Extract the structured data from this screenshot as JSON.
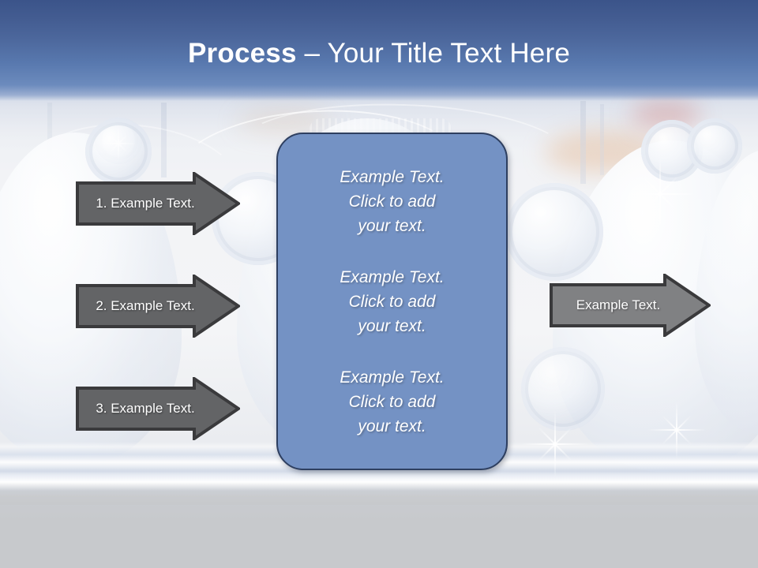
{
  "slide": {
    "title": {
      "bold_part": "Process",
      "rest": " – Your Title Text Here",
      "full": "Process – Your Title Text Here"
    },
    "theme": {
      "title_bar_top_color": "#3b548a",
      "title_bar_bottom_color": "#6c8bbd",
      "panel_fill": "#7492c4",
      "panel_border": "#2e3f60",
      "input_arrow_fill": "#636466",
      "output_arrow_fill": "#808183",
      "arrow_border": "#3a3a3c",
      "text_color": "#ffffff",
      "background_base": "#c7c9cc"
    }
  },
  "input_arrows": [
    {
      "label": "1. Example Text."
    },
    {
      "label": "2. Example Text."
    },
    {
      "label": "3. Example Text."
    }
  ],
  "panel": {
    "blocks": [
      {
        "line1": "Example Text.",
        "line2": "Click  to add",
        "line3": "your text."
      },
      {
        "line1": "Example Text.",
        "line2": "Click  to add",
        "line3": "your text."
      },
      {
        "line1": "Example Text.",
        "line2": "Click  to add",
        "line3": "your text."
      }
    ]
  },
  "output_arrow": {
    "label": "Example Text."
  }
}
